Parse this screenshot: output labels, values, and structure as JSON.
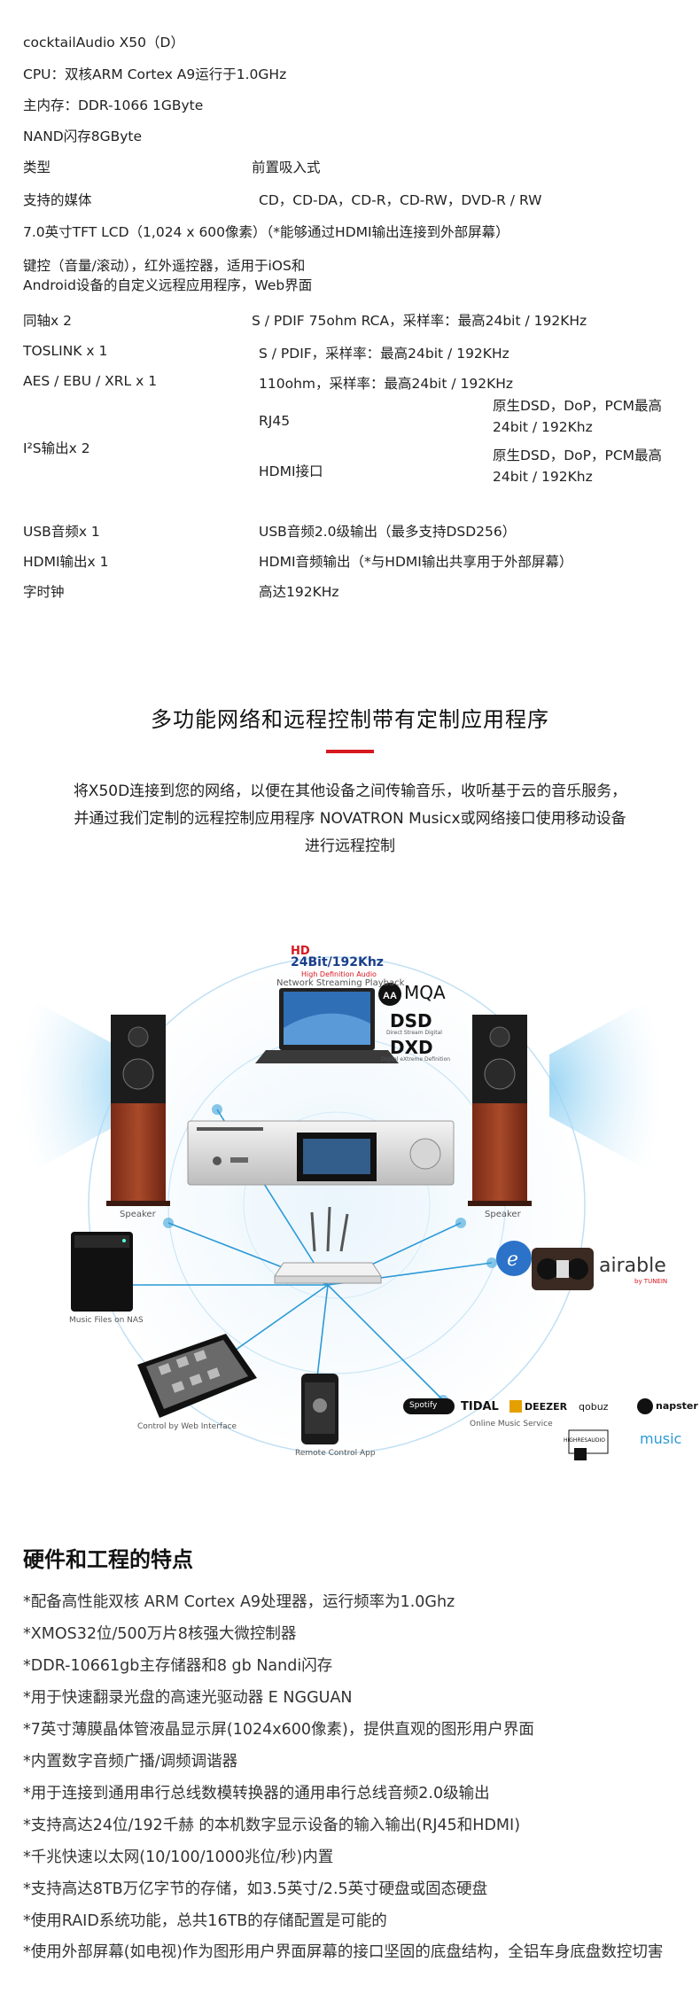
{
  "specs": {
    "model": "cocktailAudio X50（D）",
    "cpu": "CPU：双核ARM Cortex A9运行于1.0GHz",
    "memory": "主内存：DDR-1066 1GByte",
    "nand": "NAND闪存8GByte",
    "type_label": "类型",
    "type_value": "前置吸入式",
    "media_label": "支持的媒体",
    "media_value": "CD，CD-DA，CD-R，CD-RW，DVD-R / RW",
    "lcd": "7.0英寸TFT LCD（1,024 x 600像素）（*能够通过HDMI输出连接到外部屏幕）",
    "control_line1": "键控（音量/滚动），红外遥控器，适用于iOS和",
    "control_line2": "Android设备的自定义远程应用程序，Web界面",
    "coax_label": "同轴x 2",
    "coax_value": "S / PDIF 75ohm RCA，采样率：最高24bit / 192KHz",
    "toslink_label": "TOSLINK x 1",
    "toslink_value": "S / PDIF，采样率：最高24bit / 192KHz",
    "aes_label": "AES / EBU / XRL x 1",
    "aes_value": "110ohm，采样率：最高24bit / 192KHz",
    "i2s_label": "I²S输出x 2",
    "rj45_label": "RJ45",
    "rj45_value_line1": "原生DSD，DoP，PCM最高",
    "rj45_value_line2": "24bit / 192Khz",
    "hdmi_if_label": "HDMI接口",
    "hdmi_if_value_line1": "原生DSD，DoP，PCM最高",
    "hdmi_if_value_line2": "24bit / 192Khz",
    "usb_label": "USB音频x 1",
    "usb_value": "USB音频2.0级输出（最多支持DSD256）",
    "hdmi_out_label": "HDMI输出x 1",
    "hdmi_out_value": "HDMI音频输出（*与HDMI输出共享用于外部屏幕）",
    "clock_label": "字时钟",
    "clock_value": "高达192KHz"
  },
  "section": {
    "title": "多功能网络和远程控制带有定制应用程序",
    "intro_line1": "将X50D连接到您的网络，以便在其他设备之间传输音乐，收听基于云的音乐服务，",
    "intro_line2": "并通过我们定制的远程控制应用程序 NOVATRON Musicx或网络接口使用移动设备",
    "intro_line3": "进行远程控制",
    "accent_color": "#d7181f"
  },
  "diagram": {
    "hd_badge_top": "HD",
    "hd_badge_main": "24Bit/192Khz",
    "hd_badge_sub": "High Definition Audio",
    "network_caption": "Network Streaming Playback",
    "mqa": "MQA",
    "dsd": "DSD",
    "dsd_sub": "Direct Stream Digital",
    "dxd": "DXD",
    "dxd_sub": "Digital eXtreme Definition",
    "speaker_left": "Speaker",
    "speaker_right": "Speaker",
    "nas_caption": "Music Files on NAS",
    "web_caption": "Control by Web Interface",
    "app_caption": "Remote Control App",
    "online_caption": "Online Music Service",
    "airable": "airable",
    "airable_sub": "by TUNEIN",
    "services": [
      "Spotify",
      "TIDAL",
      "DEEZER",
      "qobuz",
      "napster"
    ],
    "highres": "HIGHRESAUDIO",
    "amazon": "music",
    "brand_blue": "#2b9ad6"
  },
  "hardware": {
    "title": "硬件和工程的特点",
    "features": [
      "*配备高性能双核 ARM Cortex A9处理器，运行频率为1.0Ghz",
      "*XMOS32位/500万片8核强大微控制器",
      "*DDR-10661gb主存储器和8 gb Nandi闪存",
      "*用于快速翻录光盘的高速光驱动器 E NGGUAN",
      "*7英寸薄膜晶体管液晶显示屏(1024x600像素)，提供直观的图形用户界面",
      "*内置数字音频广播/调频调谐器",
      "*用于连接到通用串行总线数模转换器的通用串行总线音频2.0级输出",
      "*支持高达24位/192千赫 的本机数字显示设备的输入输出(RJ45和HDMI)",
      "*千兆快速以太网(10/100/1000兆位/秒)内置",
      "*支持高达8TB万亿字节的存储，如3.5英寸/2.5英寸硬盘或固态硬盘",
      "*使用RAID系统功能，总共16TB的存储配置是可能的",
      "*使用外部屏幕(如电视)作为图形用户界面屏幕的接口坚固的底盘结构，全铝车身底盘数控切害"
    ]
  }
}
